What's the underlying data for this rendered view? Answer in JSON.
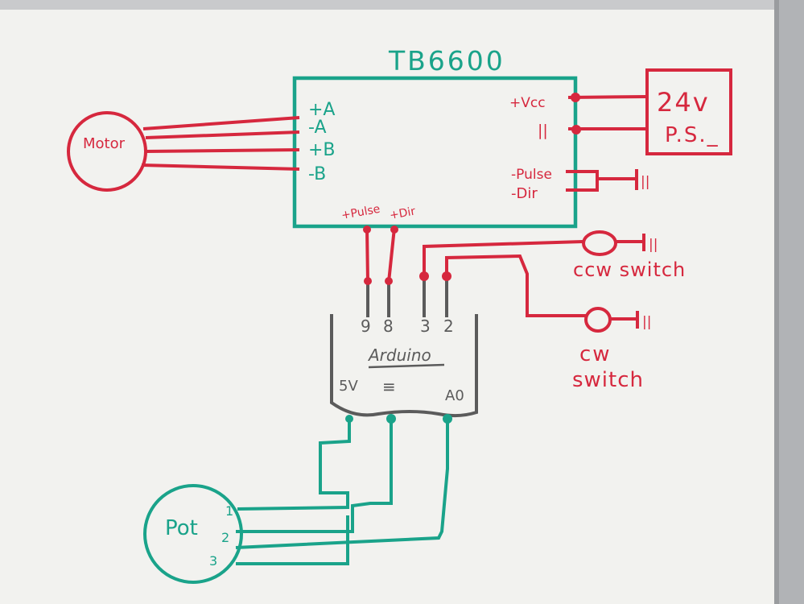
{
  "colors": {
    "red_marker": "#d6283e",
    "teal_marker": "#1aa38a",
    "gray_marker": "#5b5b5b",
    "board": "#f4f4f1",
    "frame": "#b9bbbd"
  },
  "driver": {
    "title": "TB6600",
    "motor_pins": [
      "+A",
      "-A",
      "+B",
      "-B"
    ],
    "power_pins": [
      "+Vcc",
      "||"
    ],
    "signal_pins": [
      "-Pulse",
      "-Dir"
    ],
    "bottom_pins": [
      "+Pulse",
      "+Dir"
    ]
  },
  "motor": {
    "label": "Motor"
  },
  "power_supply": {
    "line1": "24v",
    "line2": "P.S._"
  },
  "ground_symbol": "||",
  "switches": {
    "ccw_label": "ccw switch",
    "cw_label_line1": "cw",
    "cw_label_line2": "switch"
  },
  "arduino": {
    "label": "Arduino",
    "top_pins": [
      "9",
      "8",
      "3",
      "2"
    ],
    "bottom_left": "5V",
    "ground_mark": "≡",
    "bottom_right": "A0"
  },
  "pot": {
    "label": "Pot",
    "pins": [
      "1",
      "2",
      "3"
    ]
  }
}
